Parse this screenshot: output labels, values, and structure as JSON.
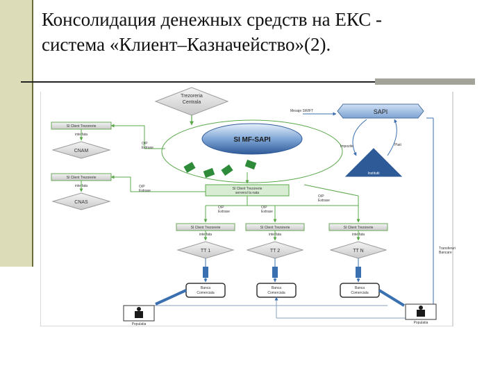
{
  "slide": {
    "title_line1": "Консолидация денежных средств на ЕКС -",
    "title_line2": "система «Клиент–Казначейство»(2)."
  },
  "diagram": {
    "nodes": {
      "trezoreria_centrala": [
        "Trezoreria",
        "Centrala"
      ],
      "sapi": "SAPI",
      "simfsapi": "SI MF-SAPI",
      "institutii": "Institutii",
      "si_client_cnam": "SI Client Trezorerie",
      "cnam": "CNAM",
      "si_client_cnas": "SI Client Trezorerie",
      "cnas": "CNAS",
      "si_client_central": [
        "SI Client Trezorerie",
        "serverul la nata"
      ],
      "si_client_1": "SI Client Trezorerie",
      "si_client_2": "SI Client Trezorerie",
      "si_client_n": "SI Client Trezorerie",
      "tt1": "TT 1",
      "tt2": "TT 2",
      "ttn": "TT N",
      "bank_1": [
        "Banca",
        "Comerciala"
      ],
      "bank_2": [
        "Banca",
        "Comerciala"
      ],
      "bank_n": [
        "Banca",
        "Comerciala"
      ],
      "populatia": "Populatia",
      "populatia_right": "Populatia"
    },
    "edge_labels": {
      "mesaje_swift": "Mesaje SWIFT",
      "interfata_cnam": "interfata",
      "interfata_cnas": "interfata",
      "interfata_1": "interfata",
      "interfata_2": "interfata",
      "interfata_n": "interfata",
      "op_extrase_top": [
        "O/P",
        "Extrase"
      ],
      "op_extrase_mid": [
        "O/P",
        "Extrase"
      ],
      "op_extrase_tt1": [
        "O/P",
        "Extrase"
      ],
      "op_extrase_tt2": [
        "O/P",
        "Extrase"
      ],
      "op_extrase_ttn": [
        "O/P",
        "Extrase"
      ],
      "impozite": "Impozite",
      "plati": "Plati",
      "transferuri": [
        "Transferuri",
        "Bancare"
      ]
    }
  }
}
